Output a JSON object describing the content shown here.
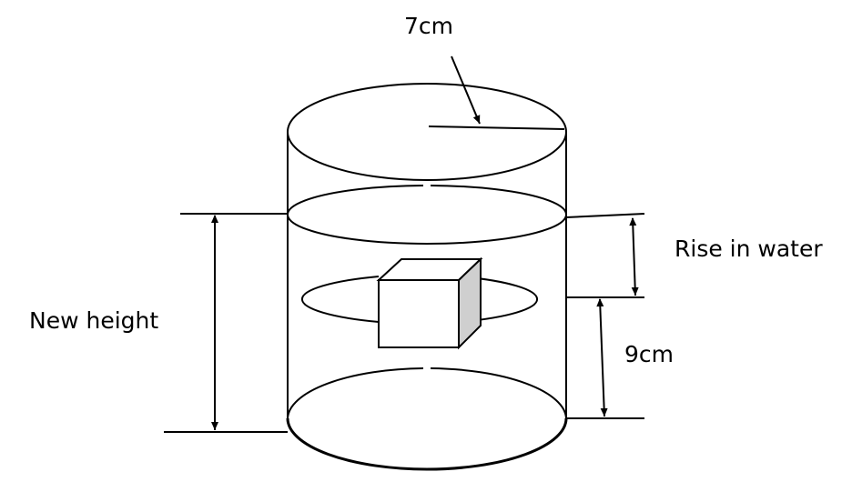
{
  "labels": {
    "radius": "7cm",
    "rise": "Rise in water",
    "new_height": "New height",
    "water_height": "9cm"
  },
  "colors": {
    "stroke": "#000000",
    "cube_face": "#ffffff",
    "cube_side": "#cfcfcf"
  }
}
